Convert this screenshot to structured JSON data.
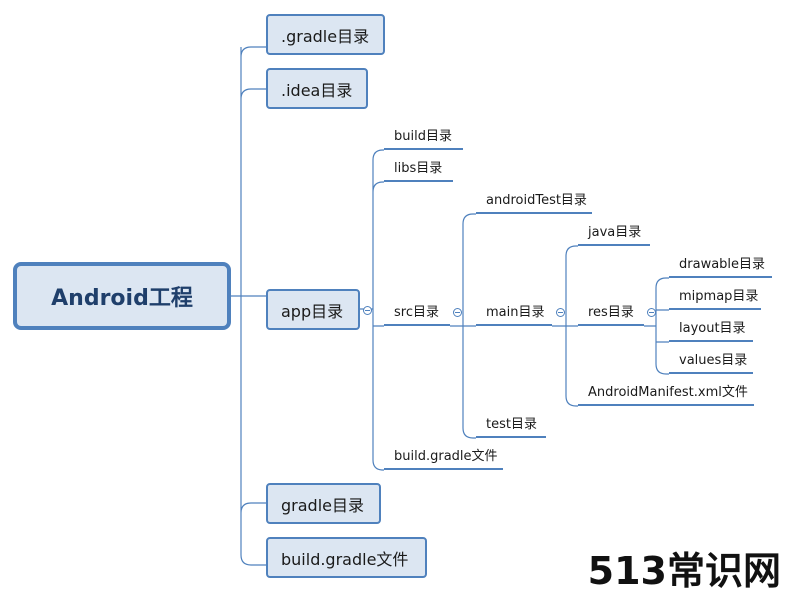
{
  "root": {
    "label": "Android工程"
  },
  "level1": [
    {
      "label": ".gradle目录"
    },
    {
      "label": ".idea目录"
    },
    {
      "label": "app目录"
    },
    {
      "label": "gradle目录"
    },
    {
      "label": "build.gradle文件"
    }
  ],
  "app": {
    "children": [
      {
        "label": "build目录"
      },
      {
        "label": "libs目录"
      },
      {
        "label": "src目录"
      },
      {
        "label": "build.gradle文件"
      }
    ]
  },
  "src": {
    "children": [
      {
        "label": "androidTest目录"
      },
      {
        "label": "main目录"
      },
      {
        "label": "test目录"
      }
    ]
  },
  "main": {
    "children": [
      {
        "label": "java目录"
      },
      {
        "label": "res目录"
      },
      {
        "label": "AndroidManifest.xml文件"
      }
    ]
  },
  "res": {
    "children": [
      {
        "label": "drawable目录"
      },
      {
        "label": "mipmap目录"
      },
      {
        "label": "layout目录"
      },
      {
        "label": "values目录"
      }
    ]
  },
  "watermark": {
    "text": "513常识网"
  },
  "colors": {
    "node_fill": "#dce6f2",
    "node_border": "#4f81bd",
    "connector": "#4f81bd"
  }
}
